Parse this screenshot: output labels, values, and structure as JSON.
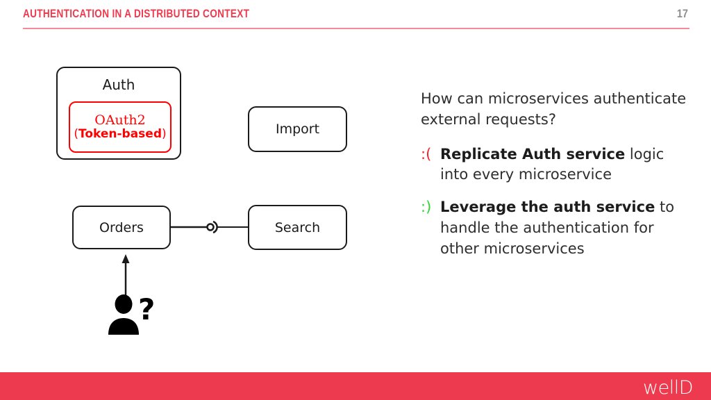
{
  "header": {
    "title": "AUTHENTICATION IN A DISTRIBUTED CONTEXT",
    "page_number": "17",
    "title_color": "#EE3A4E",
    "rule_color": "#F4899A",
    "page_number_color": "#8F8F8F"
  },
  "footer": {
    "logo": "wellD",
    "band_color": "#EE3A4E",
    "logo_color": "#FFFFFF"
  },
  "diagram": {
    "auth": {
      "label": "Auth",
      "inner": {
        "line1": "OAuth2",
        "line2_open_paren": "(",
        "line2_bold": "Token-based",
        "line2_close_paren": ")",
        "color": "#FF0000"
      }
    },
    "import": {
      "label": "Import"
    },
    "orders": {
      "label": "Orders"
    },
    "search": {
      "label": "Search"
    },
    "connector": {
      "name": "ball-and-socket-interface",
      "from": "Orders",
      "to": "Search"
    },
    "user": {
      "icon": "person-icon",
      "question_mark": "?",
      "arrow_target": "Orders"
    }
  },
  "content": {
    "question": "How can microservices authenticate external requests?",
    "bullets": [
      {
        "marker": ":(",
        "marker_kind": "sad",
        "marker_color": "#F0232B",
        "bold": "Replicate Auth service",
        "rest": " logic into every microservice"
      },
      {
        "marker": ":)",
        "marker_kind": "happy",
        "marker_color": "#2FD62F",
        "bold": "Leverage the auth service",
        "rest": " to handle the authentication for other microservices"
      }
    ]
  }
}
